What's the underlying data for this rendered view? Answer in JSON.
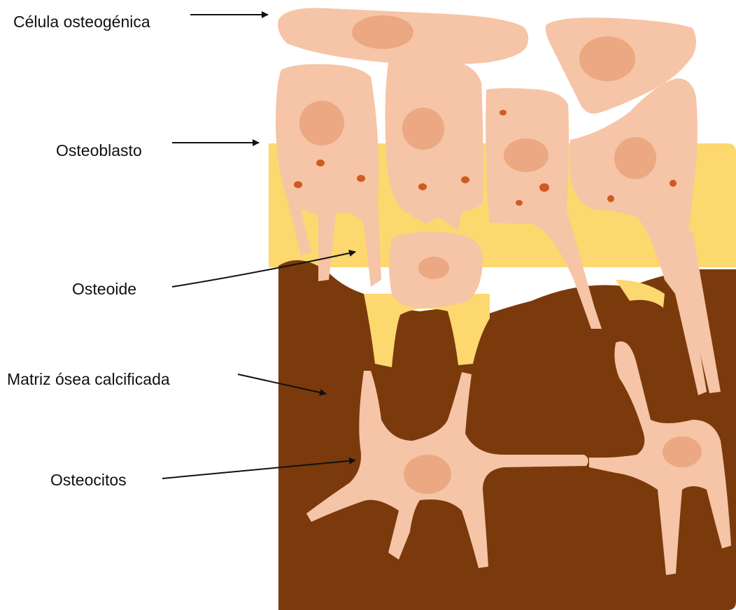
{
  "labels": {
    "osteogenic_cell": "Célula osteogénica",
    "osteoblast": "Osteoblasto",
    "osteoid": "Osteoide",
    "calcified_matrix": "Matriz ósea calcificada",
    "osteocytes": "Osteocitos"
  },
  "colors": {
    "calcified_matrix": "#7a3a0c",
    "osteoid": "#fcd86e",
    "cell": "#f6c4a6",
    "nucleus": "#eba882",
    "granule": "#cf5a22",
    "arrow": "#111111"
  }
}
